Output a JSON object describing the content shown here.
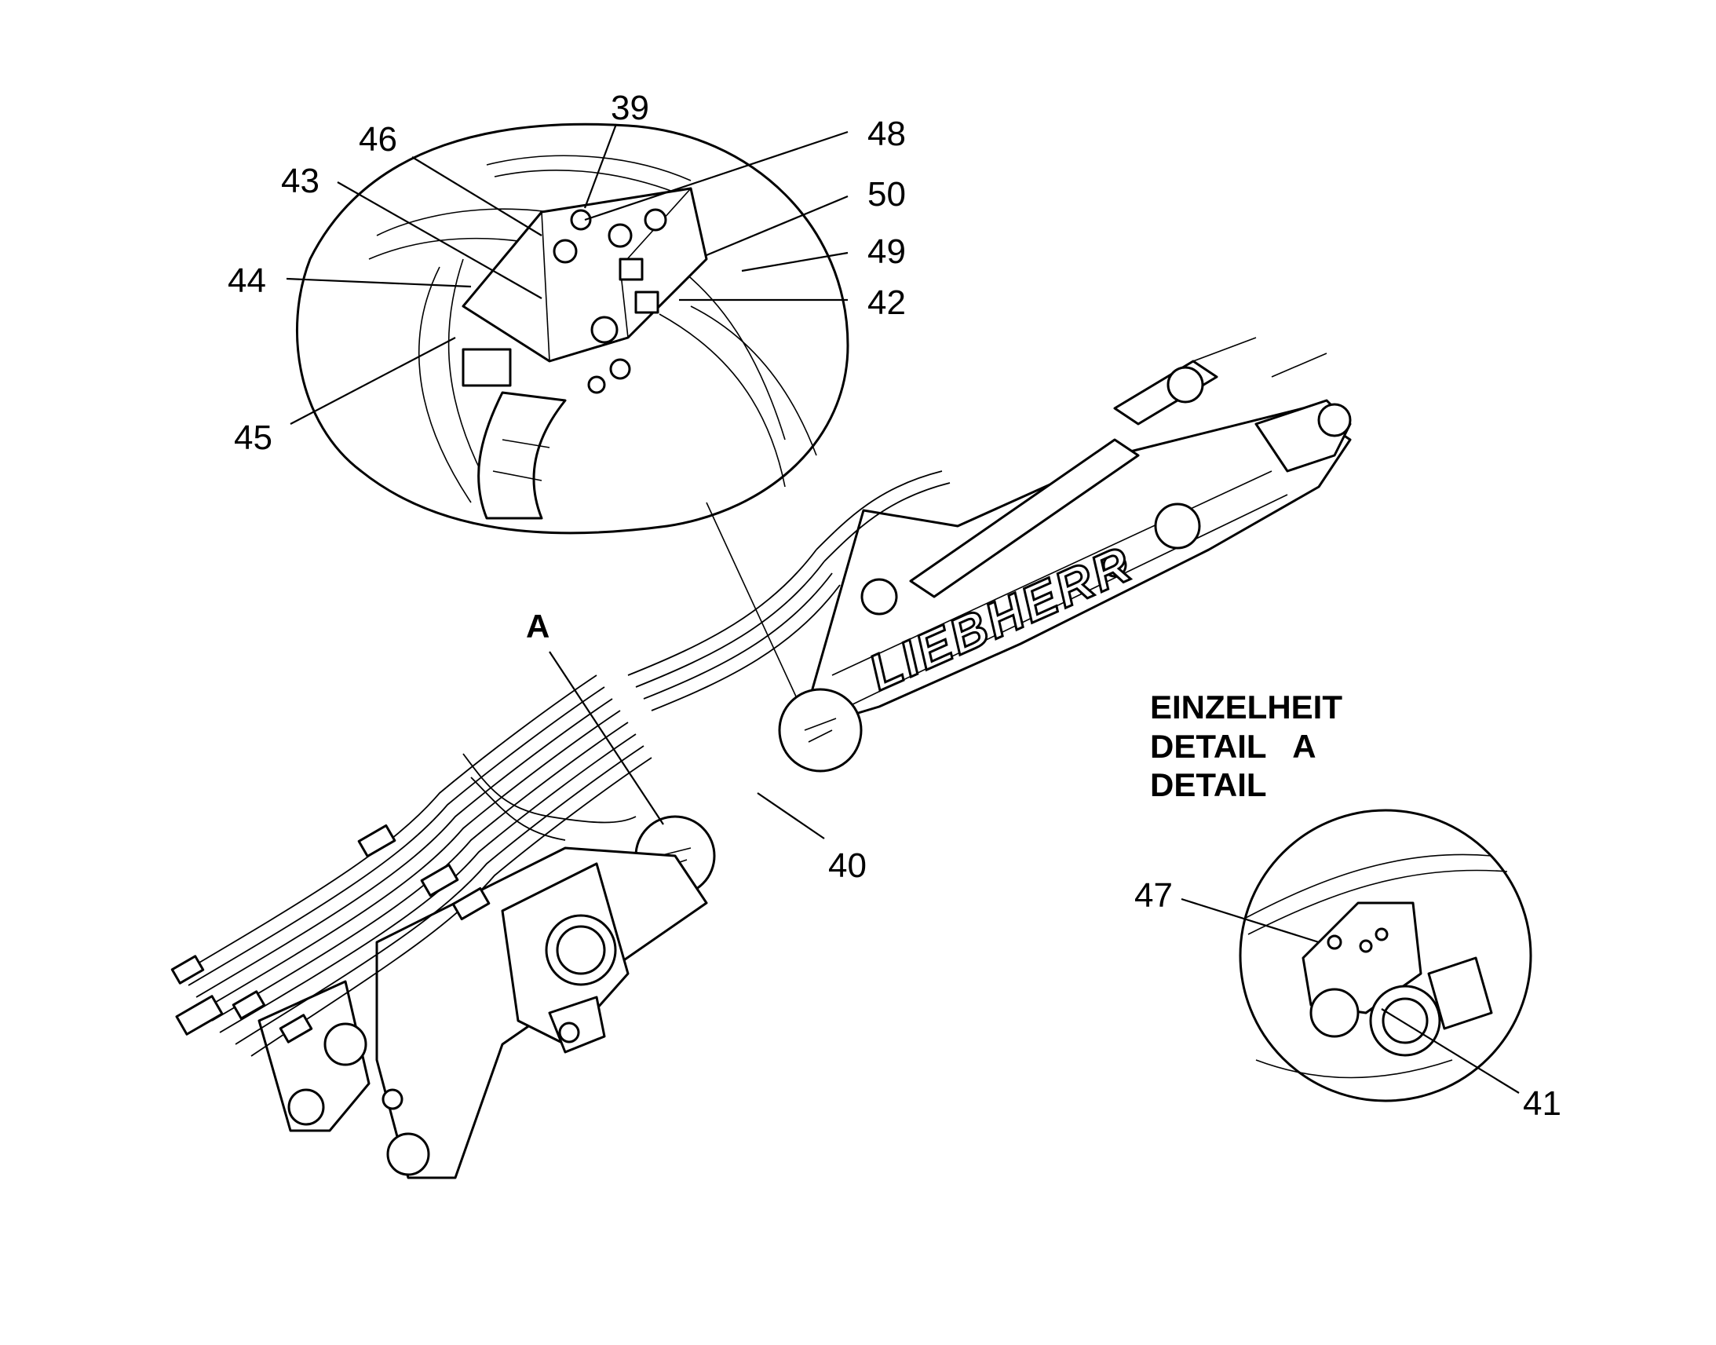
{
  "brand": "LIEBHERR",
  "detail_marker": "A",
  "detail_title": {
    "line1": "EINZELHEIT",
    "line2": "DETAIL   A",
    "line3": "DETAIL"
  },
  "callouts": [
    "39",
    "40",
    "41",
    "42",
    "43",
    "44",
    "45",
    "46",
    "47",
    "48",
    "49",
    "50"
  ]
}
